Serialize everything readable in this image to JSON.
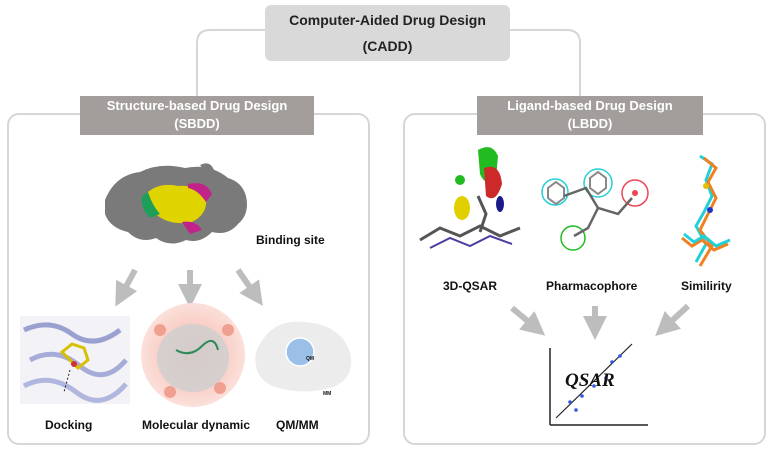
{
  "title": {
    "line1": "Computer-Aided Drug Design",
    "line2": "(CADD)"
  },
  "left": {
    "header_line1": "Structure-based Drug Design",
    "header_line2": "(SBDD)",
    "binding_label": "Binding site",
    "methods": [
      "Docking",
      "Molecular dynamic",
      "QM/MM"
    ],
    "qm_tag": "QM",
    "mm_tag": "MM"
  },
  "right": {
    "header_line1": "Ligand-based Drug Design",
    "header_line2": "(LBDD)",
    "methods": [
      "3D-QSAR",
      "Pharmacophore",
      "Similirity"
    ],
    "qsar_label": "QSAR"
  },
  "colors": {
    "panel_border": "#d6d6d6",
    "header_bg": "#a39e9c",
    "title_bg": "#d9d9d9",
    "arrow": "#bdbdbd"
  }
}
